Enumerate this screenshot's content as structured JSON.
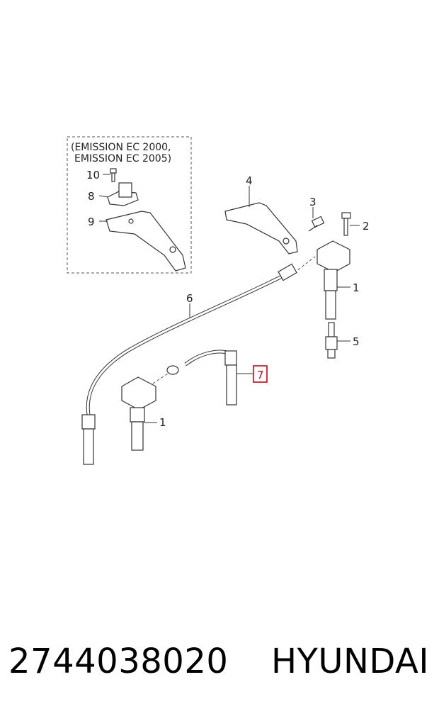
{
  "diagram": {
    "variant_note_line1": "(EMISSION EC 2000,",
    "variant_note_line2": "EMISSION EC 2005)",
    "callouts": {
      "c1_top": "1",
      "c1_bottom": "1",
      "c2": "2",
      "c3": "3",
      "c4": "4",
      "c5": "5",
      "c6": "6",
      "c7": "7",
      "c8": "8",
      "c9": "9",
      "c10": "10"
    },
    "highlight_color": "#d4000f"
  },
  "footer": {
    "part_number": "2744038020",
    "brand": "HYUNDAI"
  }
}
